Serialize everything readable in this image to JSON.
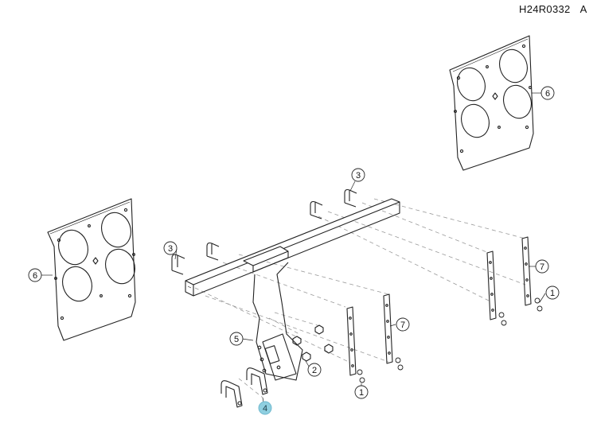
{
  "header": {
    "drawing_number": "H24R0332",
    "revision": "A"
  },
  "callouts": [
    {
      "id": "c1",
      "label": "6"
    },
    {
      "id": "c2",
      "label": "6"
    },
    {
      "id": "c3",
      "label": "3"
    },
    {
      "id": "c4",
      "label": "3"
    },
    {
      "id": "c5",
      "label": "7"
    },
    {
      "id": "c6",
      "label": "7"
    },
    {
      "id": "c7",
      "label": "1"
    },
    {
      "id": "c8",
      "label": "1"
    },
    {
      "id": "c9",
      "label": "5"
    },
    {
      "id": "c10",
      "label": "2"
    },
    {
      "id": "c11",
      "label": "4"
    }
  ],
  "colors": {
    "line": "#222222",
    "dash": "#9a9a9a",
    "highlight": "#8fcfe0",
    "paper": "#ffffff"
  }
}
